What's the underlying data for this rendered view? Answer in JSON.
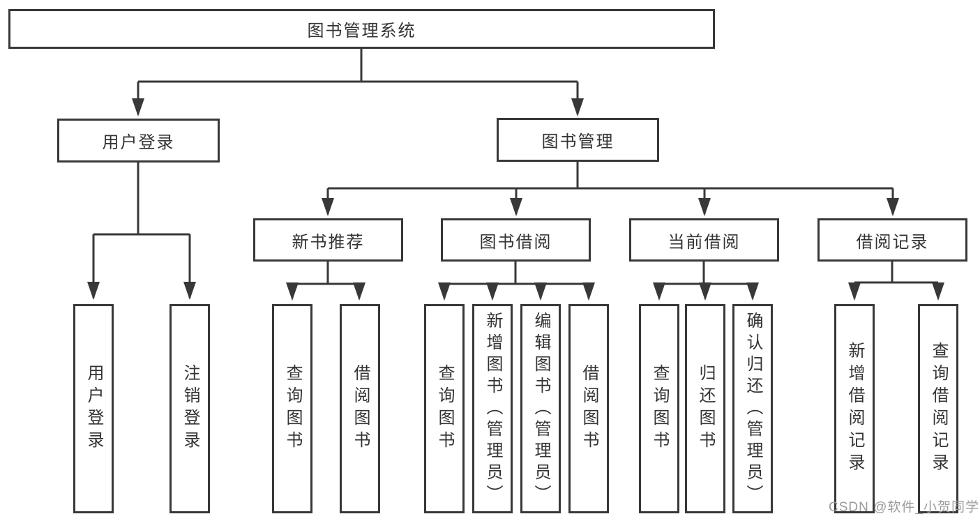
{
  "tree": {
    "root": {
      "label": "图书管理系统",
      "children": [
        {
          "label": "用户登录",
          "children": [
            {
              "label": "用户登录"
            },
            {
              "label": "注销登录"
            }
          ]
        },
        {
          "label": "图书管理",
          "children": [
            {
              "label": "新书推荐",
              "children": [
                {
                  "label": "查询图书"
                },
                {
                  "label": "借阅图书"
                }
              ]
            },
            {
              "label": "图书借阅",
              "children": [
                {
                  "label": "查询图书"
                },
                {
                  "label": "新增图书（管理员）"
                },
                {
                  "label": "编辑图书（管理员）"
                },
                {
                  "label": "借阅图书"
                }
              ]
            },
            {
              "label": "当前借阅",
              "children": [
                {
                  "label": "查询图书"
                },
                {
                  "label": "归还图书"
                },
                {
                  "label": "确认归还（管理员）"
                }
              ]
            },
            {
              "label": "借阅记录",
              "children": [
                {
                  "label": "新增借阅记录"
                },
                {
                  "label": "查询借阅记录"
                }
              ]
            }
          ]
        }
      ]
    }
  },
  "watermark": {
    "text": "CSDN @软件_小贺同学",
    "color": "#9b9b9b"
  },
  "colors": {
    "line": "#383838",
    "box_border": "#383838",
    "text": "#333333",
    "background": "#ffffff"
  }
}
